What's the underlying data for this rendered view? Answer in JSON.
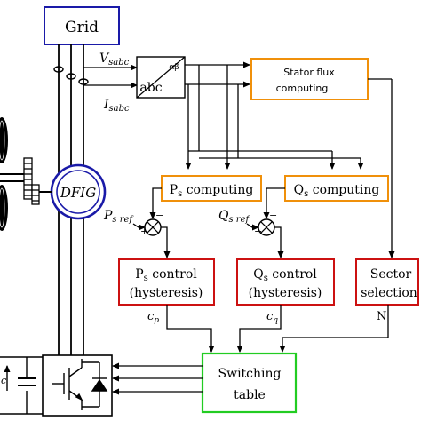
{
  "diagram": {
    "grid_label": "Grid",
    "v_label": "V",
    "v_sub": "sabc",
    "i_label": "I",
    "i_sub": "sabc",
    "transform_in": "abc",
    "transform_out": "αβ",
    "stator_flux_line1": "Stator flux",
    "stator_flux_line2": "computing",
    "ps_computing": "P",
    "ps_computing_sub": "s",
    "ps_computing_rest": " computing",
    "qs_computing": "Q",
    "qs_computing_sub": "s",
    "qs_computing_rest": " computing",
    "dfig_label": "DFIG",
    "ps_ref": "P",
    "ps_ref_sub": "s ref",
    "qs_ref": "Q",
    "qs_ref_sub": "s ref",
    "ps_control_line1_a": "P",
    "ps_control_line1_sub": "s",
    "ps_control_line1_b": " control",
    "ps_control_line2": "(hysteresis)",
    "qs_control_line1_a": "Q",
    "qs_control_line1_sub": "s",
    "qs_control_line1_b": " control",
    "qs_control_line2": "(hysteresis)",
    "sector_line1": "Sector",
    "sector_line2": "selection",
    "cp_label": "c",
    "cp_sub": "p",
    "cq_label": "c",
    "cq_sub": "q",
    "n_label": "N",
    "switching_line1": "Switching",
    "switching_line2": "table",
    "plus_sign": "+",
    "minus_sign": "−",
    "cap_partial": "c"
  },
  "colors": {
    "grid_box": "#1a1aa8",
    "orange_box": "#f0900a",
    "red_box": "#cc1111",
    "green_box": "#22cc22",
    "dfig_ring": "#1a1aa8",
    "line": "#000000"
  }
}
